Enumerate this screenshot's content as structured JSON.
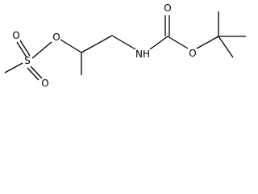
{
  "molecule": {
    "atoms": {
      "sulfur": "S",
      "ester_oxygen": "O",
      "sulfonyl_oxygen_upper": "O",
      "sulfonyl_oxygen_lower": "O",
      "amide_nitrogen": "NH",
      "carbonyl_oxygen": "O",
      "carbamate_oxygen": "O"
    }
  }
}
